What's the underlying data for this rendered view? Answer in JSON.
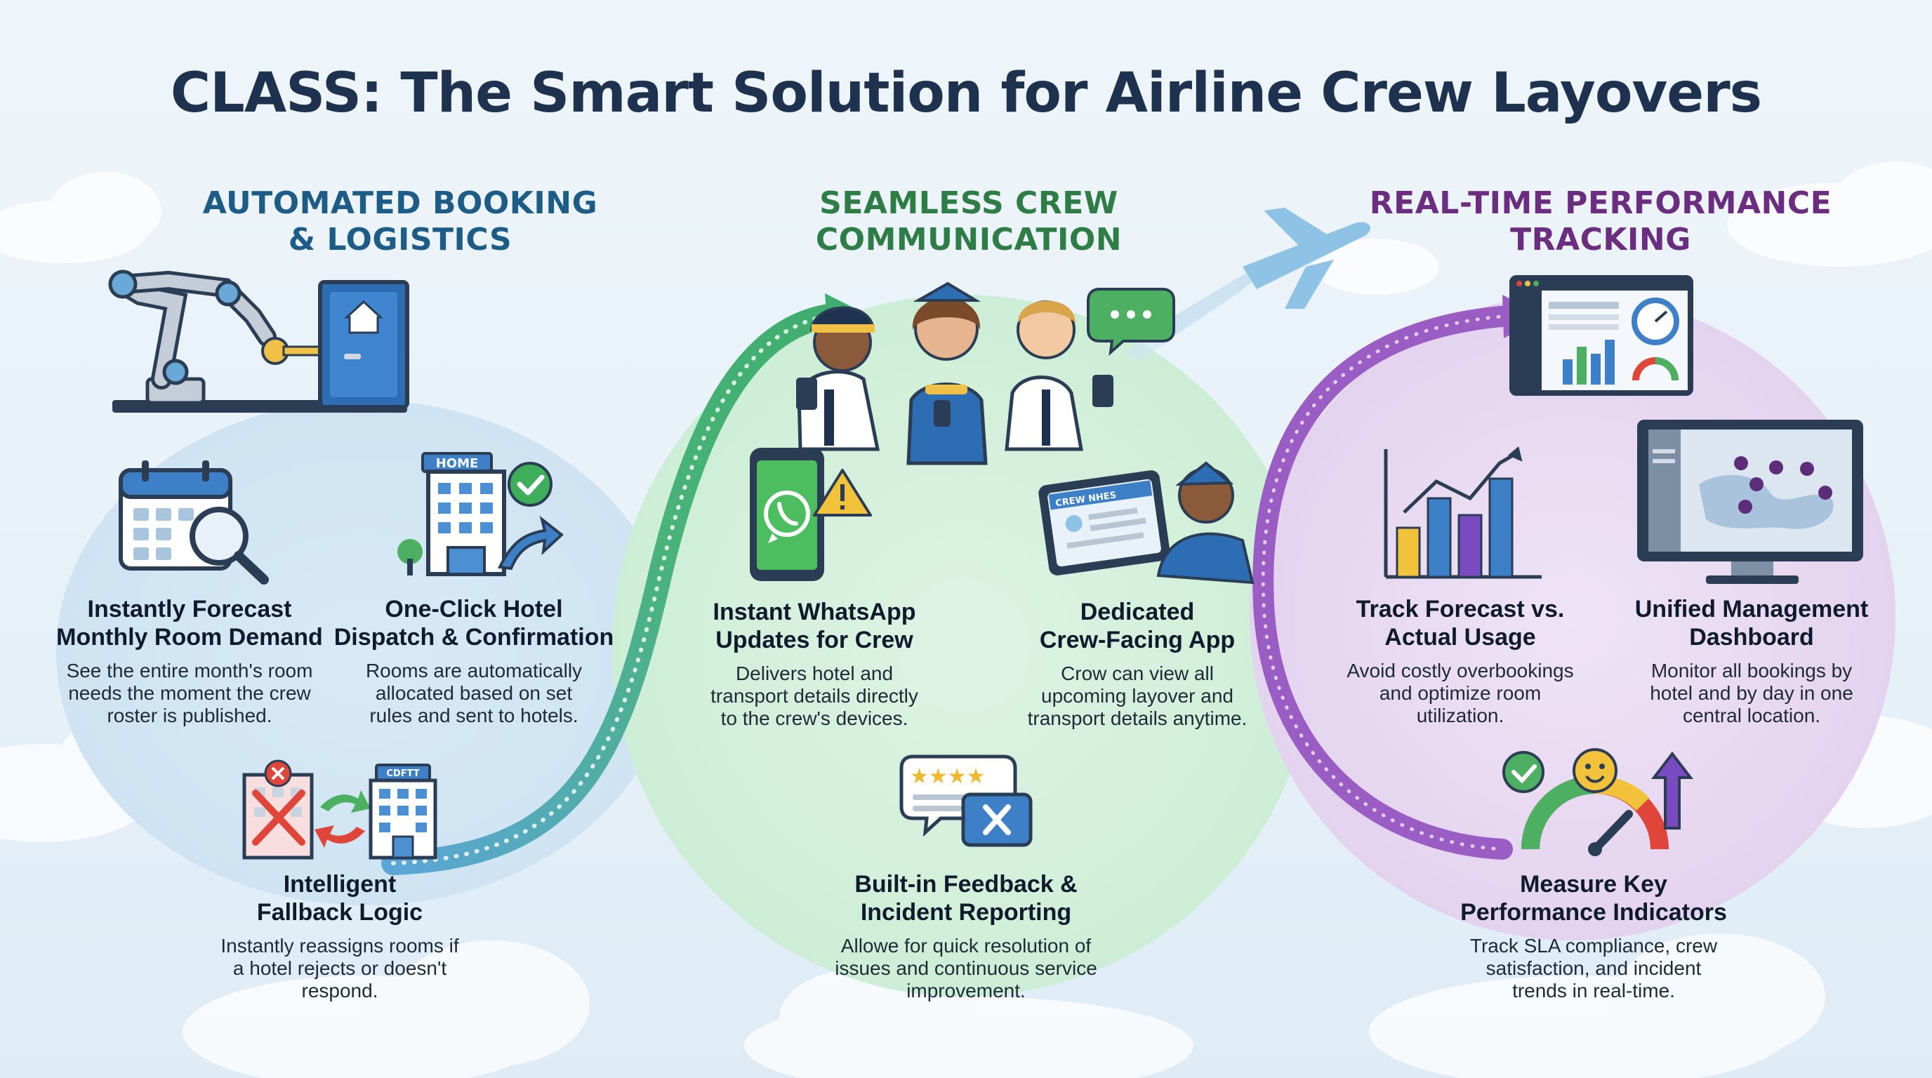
{
  "title": "CLASS: The Smart Solution for Airline Crew Layovers",
  "colors": {
    "booking": "#1d5c87",
    "communication": "#2f7d46",
    "performance": "#6a2d7f",
    "booking_bubble": "#d3e6f3",
    "communication_bubble": "#d6efdc",
    "performance_bubble": "#eadcf2"
  },
  "sections": {
    "booking": {
      "title_line1": "AUTOMATED BOOKING",
      "title_line2": "& LOGISTICS",
      "features": {
        "forecast": {
          "icon": "calendar-search-icon",
          "title_line1": "Instantly Forecast",
          "title_line2": "Monthly Room Demand",
          "desc_line1": "See the entire month's room",
          "desc_line2": "needs the moment the crew",
          "desc_line3": "roster is published."
        },
        "dispatch": {
          "icon": "hotel-dispatch-icon",
          "sign_text": "HOME",
          "title_line1": "One-Click Hotel",
          "title_line2": "Dispatch & Confirmation",
          "desc_line1": "Rooms are automatically",
          "desc_line2": "allocated based on set",
          "desc_line3": "rules and sent to hotels."
        },
        "fallback": {
          "icon": "hotel-swap-icon",
          "sign_text": "CDFTT",
          "title_line1": "Intelligent",
          "title_line2": "Fallback Logic",
          "desc_line1": "Instantly reassigns rooms if",
          "desc_line2": "a hotel rejects or doesn't",
          "desc_line3": "respond."
        }
      }
    },
    "communication": {
      "title_line1": "SEAMLESS CREW",
      "title_line2": "COMMUNICATION",
      "features": {
        "whatsapp": {
          "icon": "whatsapp-phone-icon",
          "title_line1": "Instant WhatsApp",
          "title_line2": "Updates for Crew",
          "desc_line1": "Delivers hotel and",
          "desc_line2": "transport details directly",
          "desc_line3": "to the crew's devices."
        },
        "app": {
          "icon": "crew-tablet-icon",
          "tablet_text": "CREW NHES",
          "title_line1": "Dedicated",
          "title_line2": "Crew-Facing App",
          "desc_line1": "Crow can view all",
          "desc_line2": "upcoming layover and",
          "desc_line3": "transport details anytime."
        },
        "feedback": {
          "icon": "feedback-stars-icon",
          "stars": "★★★★",
          "title_line1": "Built-in Feedback &",
          "title_line2": "Incident Reporting",
          "desc_line1": "Allowe for quick resolution of",
          "desc_line2": "issues and continuous service",
          "desc_line3": "improvement."
        }
      }
    },
    "performance": {
      "title_line1": "REAL-TIME PERFORMANCE",
      "title_line2": "TRACKING",
      "features": {
        "forecast_vs_actual": {
          "icon": "bar-chart-trend-icon",
          "title_line1": "Track Forecast vs.",
          "title_line2": "Actual Usage",
          "desc_line1": "Avoid costly overbookings",
          "desc_line2": "and optimize room",
          "desc_line3": "utilization."
        },
        "dashboard": {
          "icon": "map-dashboard-monitor-icon",
          "title_line1": "Unified Management",
          "title_line2": "Dashboard",
          "desc_line1": "Monitor all bookings by",
          "desc_line2": "hotel and by day in one",
          "desc_line3": "central location."
        },
        "kpi": {
          "icon": "kpi-gauge-icon",
          "title_line1": "Measure Key",
          "title_line2": "Performance Indicators",
          "desc_line1": "Track SLA compliance, crew",
          "desc_line2": "satisfaction, and incident",
          "desc_line3": "trends in real-time."
        }
      }
    }
  }
}
